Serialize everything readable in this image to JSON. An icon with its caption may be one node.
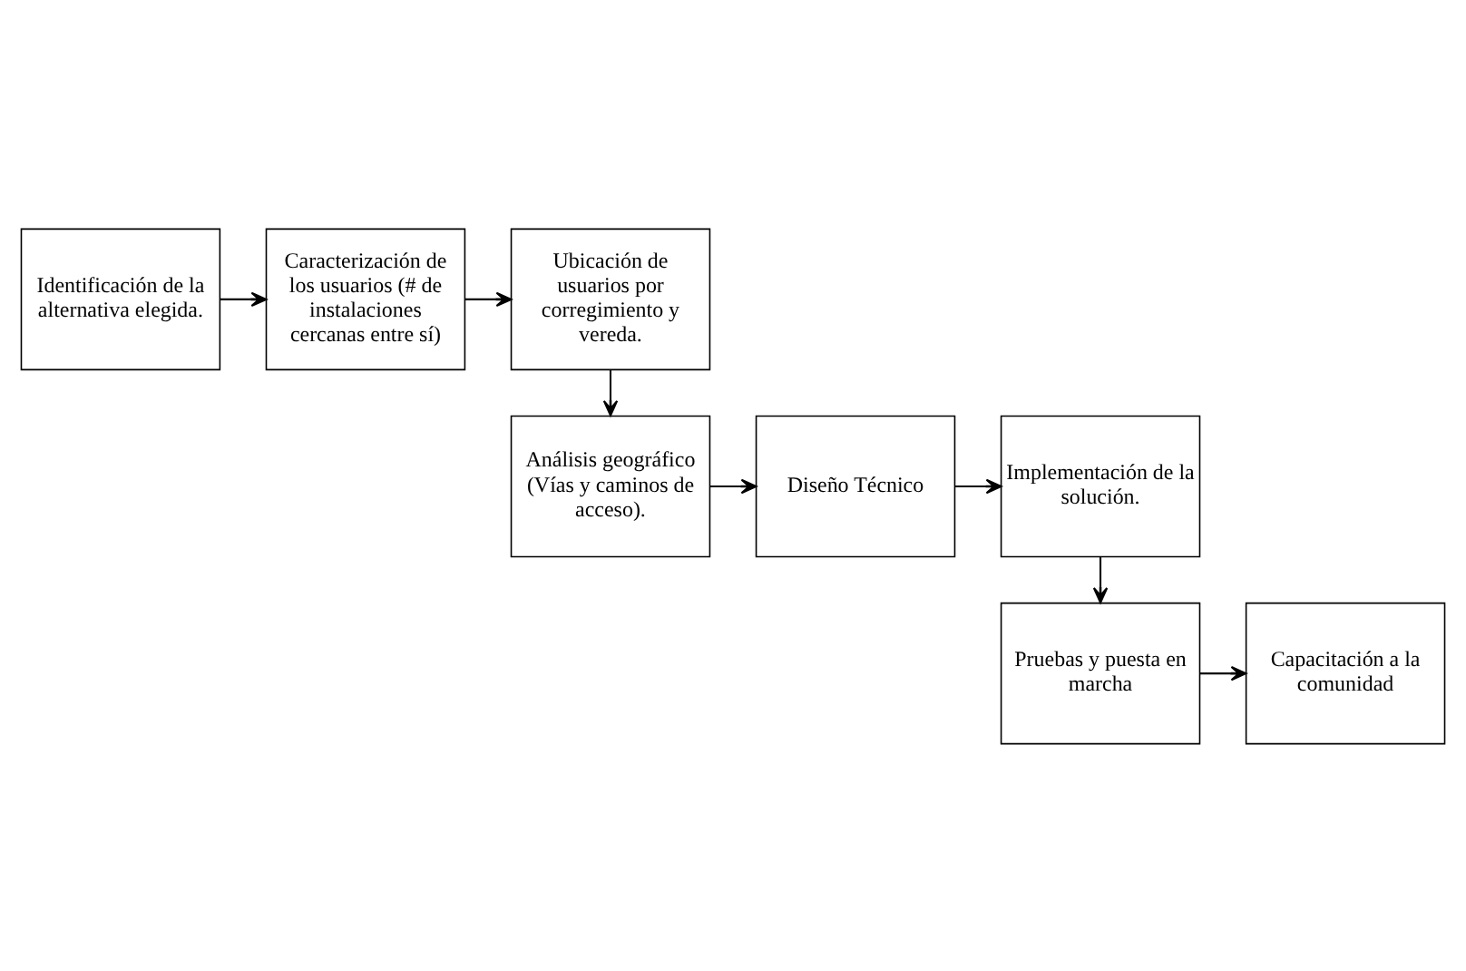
{
  "diagram": {
    "nodes": [
      {
        "text": [
          "Identificación de la alternativa elegida."
        ]
      },
      {
        "text": [
          "Caracterización de los usuarios (# de instalaciones cercanas entre sí)"
        ]
      },
      {
        "text": [
          "Ubicación de usuarios por corregimiento y vereda."
        ]
      },
      {
        "text": [
          "Análisis geográfico (Vías y caminos de acceso)."
        ]
      },
      {
        "text": [
          "Diseño Técnico"
        ]
      },
      {
        "text": [
          "Implementación de la solución."
        ]
      },
      {
        "text": [
          "Pruebas y puesta en marcha"
        ]
      },
      {
        "text": [
          "Capacitación a la comunidad"
        ]
      }
    ],
    "edges": [
      {
        "from": 0,
        "to": 1,
        "arrow": "to"
      },
      {
        "from": 1,
        "to": 2,
        "arrow": "to"
      },
      {
        "from": 2,
        "to": 3,
        "arrow": "to"
      },
      {
        "from": 3,
        "to": 4,
        "arrow": "to"
      },
      {
        "from": 4,
        "to": 5,
        "arrow": "to"
      },
      {
        "from": 5,
        "to": 6,
        "arrow": "to"
      },
      {
        "from": 6,
        "to": 7,
        "arrow": "to"
      }
    ]
  }
}
